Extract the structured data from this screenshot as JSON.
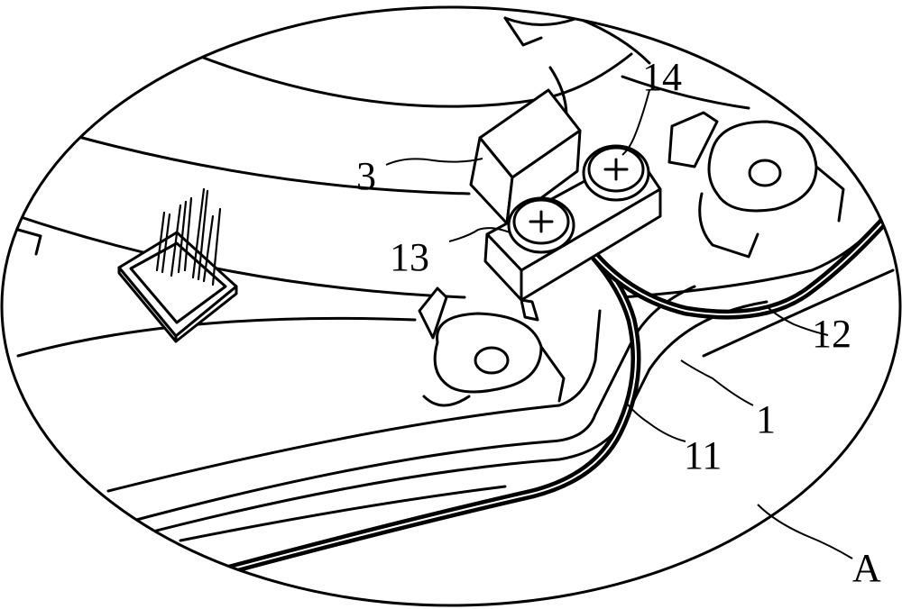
{
  "figure": {
    "labels": {
      "part_3": "3",
      "part_13": "13",
      "part_14": "14",
      "part_12": "12",
      "part_1": "1",
      "part_11": "11",
      "detail_A": "A"
    }
  }
}
